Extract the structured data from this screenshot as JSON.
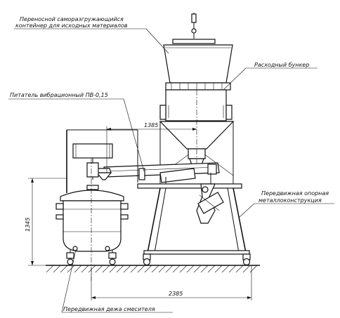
{
  "labels": {
    "container_line1": "Переносной саморазгружающийся",
    "container_line2": "контейнер для исходных материалов",
    "bunker": "Расходный бункер",
    "feeder": "Питатель вибрационный ПВ-0,15",
    "support_line1": "Передвижная опорная",
    "support_line2": "металлоконструкция",
    "mixer_bowl": "Передвижная дежа смесителя"
  },
  "dimensions": {
    "horizontal_top": "1385",
    "vertical_left": "1345",
    "horizontal_bottom": "2385"
  },
  "icons": [
    "drawing-diagram"
  ],
  "colors": {
    "ink": "#111111",
    "paper": "#ffffff"
  }
}
